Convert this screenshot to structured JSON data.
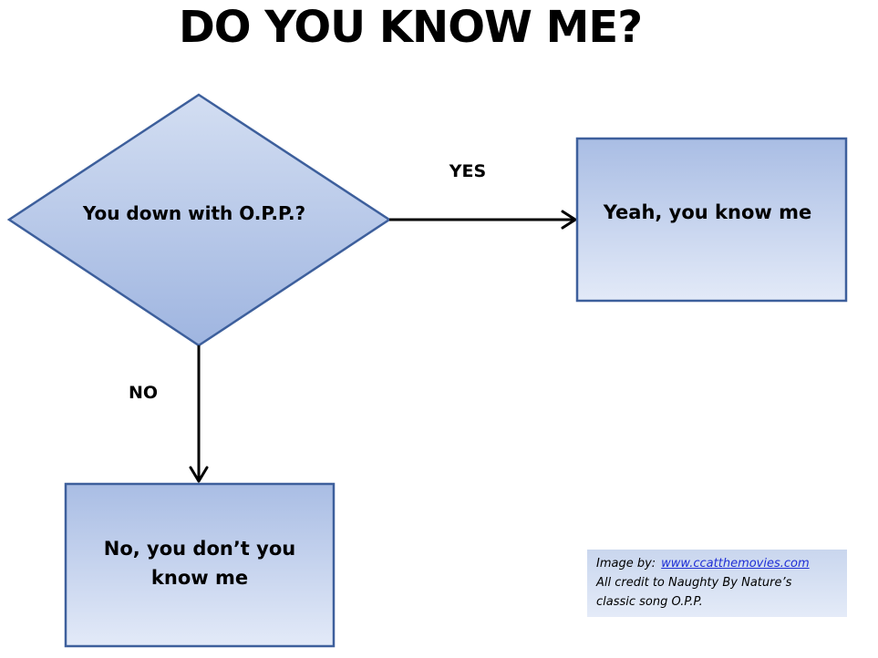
{
  "title": "DO YOU KNOW ME?",
  "decision": {
    "label": "You down with O.P.P.?"
  },
  "edges": {
    "yes_label": "YES",
    "no_label": "NO"
  },
  "outcomes": {
    "yes_box_label": "Yeah, you know me",
    "no_box_label_line1": "No, you don’t you",
    "no_box_label_line2": "know me"
  },
  "credit": {
    "image_by_label": "Image by:",
    "link_text": "www.ccatthemovies.com",
    "line2": "All credit to Naughty By Nature’s",
    "line3": "classic song O.P.P."
  },
  "colors": {
    "shape_fill_top": "#c6d4ee",
    "shape_fill_bottom": "#a3b8e2",
    "shape_stroke": "#3d5f9c",
    "arrow": "#000000",
    "link": "#1f2fd6"
  }
}
